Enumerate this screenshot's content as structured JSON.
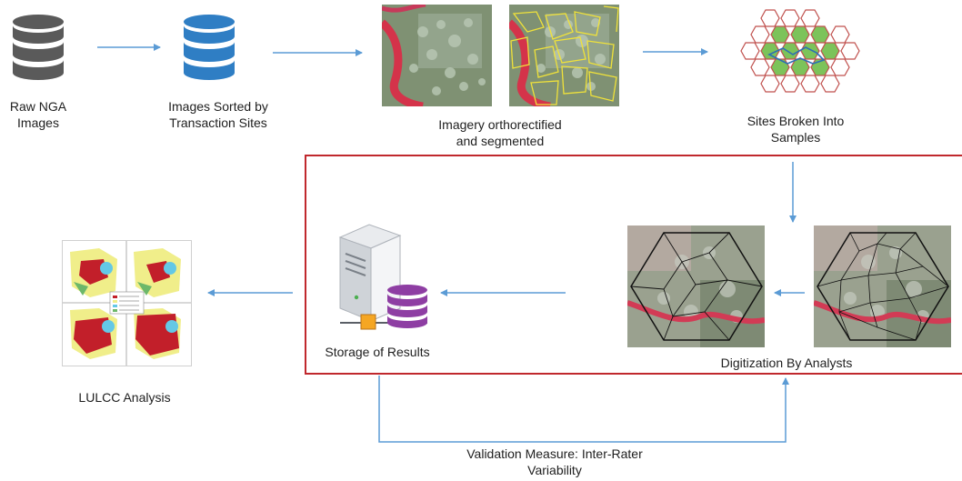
{
  "stages": {
    "raw": "Raw NGA\nImages",
    "sorted": "Images Sorted by\nTransaction Sites",
    "ortho": "Imagery orthorectified\nand segmented",
    "samples": "Sites Broken Into\nSamples",
    "digitization": "Digitization By Analysts",
    "storage": "Storage of Results",
    "lulcc": "LULCC Analysis",
    "validation": "Validation Measure: Inter-Rater\nVariability"
  },
  "icons": {
    "raw": "database-icon",
    "sorted": "database-icon",
    "storage": "server-database-icon",
    "samples": "hexagon-grid-icon"
  },
  "colors": {
    "arrow": "#5b9bd5",
    "highlight_box": "#c0282d",
    "db_gray": "#5a5a5a",
    "db_blue": "#2f7ec4",
    "db_purple": "#8e3ea3",
    "hex_fill": "#7cc35a",
    "hex_stroke": "#c0504d"
  }
}
